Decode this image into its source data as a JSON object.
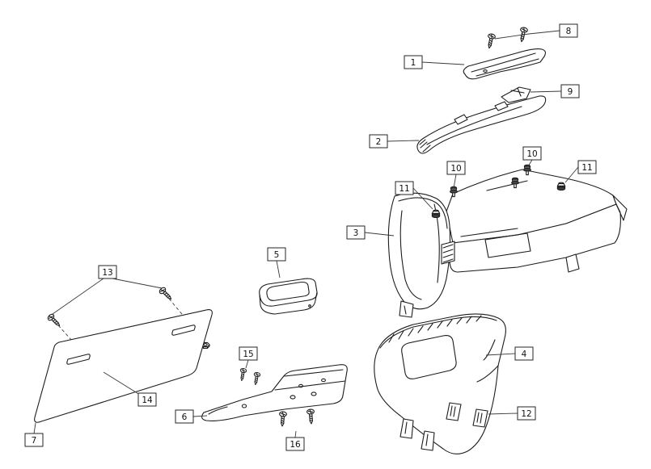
{
  "colors": {
    "ink": "#1d1d1d",
    "background": "#ffffff",
    "callout_border": "#262626"
  },
  "labels": {
    "n1": "1",
    "n2": "2",
    "n3": "3",
    "n4": "4",
    "n5": "5",
    "n6": "6",
    "n7": "7",
    "n8": "8",
    "n9": "9",
    "n10": "10",
    "n11": "11",
    "n12": "12",
    "n13": "13",
    "n14": "14",
    "n15": "15",
    "n16": "16"
  }
}
